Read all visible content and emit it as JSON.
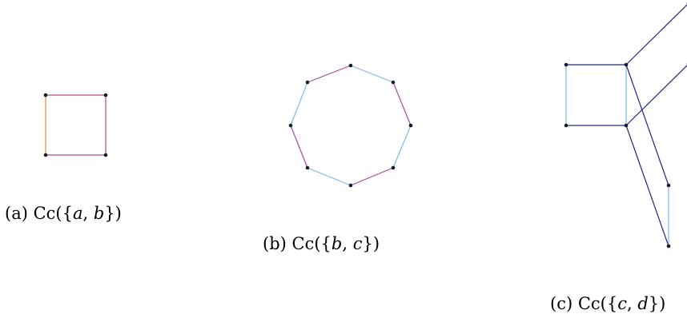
{
  "colors": {
    "pink": "#a84a95",
    "orange": "#f0862a",
    "light_blue": "#7fb8e6",
    "dark_blue": "#1f2a7a",
    "vertex": "#1a1a2e"
  },
  "subfigures": [
    {
      "id": "a",
      "caption": {
        "prefix": "(a) Cc({",
        "vars": [
          "a",
          "b"
        ],
        "suffix": "})"
      }
    },
    {
      "id": "b",
      "caption": {
        "prefix": "(b) Cc({",
        "vars": [
          "b",
          "c"
        ],
        "suffix": "})"
      }
    },
    {
      "id": "c",
      "caption": {
        "prefix": "(c) Cc({",
        "vars": [
          "c",
          "d"
        ],
        "suffix": "})"
      }
    }
  ]
}
